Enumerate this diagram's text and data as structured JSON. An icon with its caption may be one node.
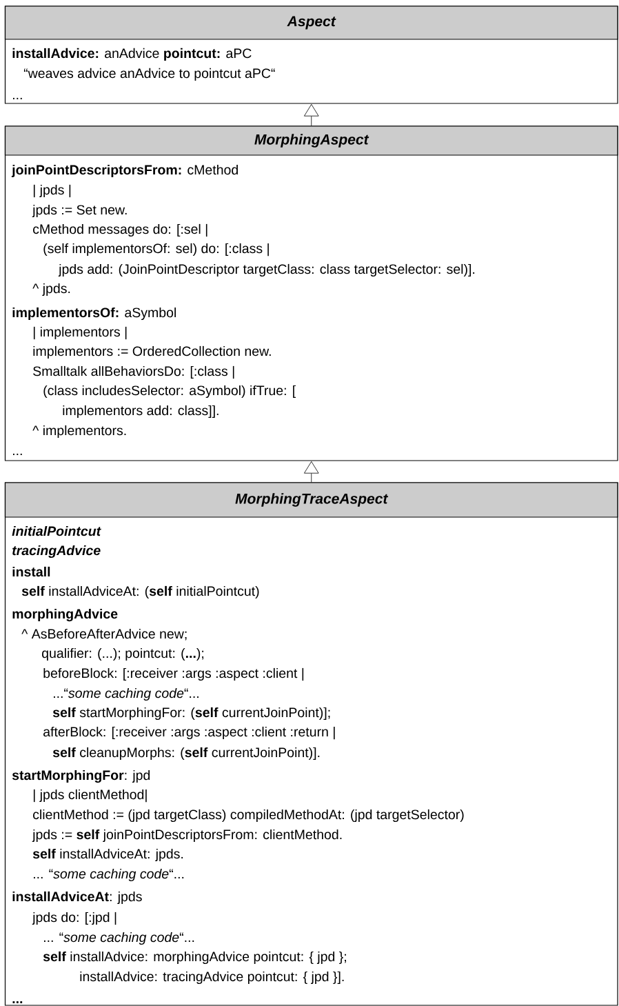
{
  "diagram": {
    "nodes": [
      {
        "text": [
          "Aspect",
          "**installAdvice:** anAdvice **pointcut:** aPC",
          "“weaves advice anAdvice to pointcut aPC“",
          "..."
        ]
      },
      {
        "text": [
          "MorphingAspect",
          "**joinPointDescriptorsFrom:** cMethod",
          "| jpds |",
          "jpds := Set new.",
          "cMethod messages do: [:sel |",
          "(self implementorsOf: sel) do: [:class |",
          "jpds add: (JoinPointDescriptor targetClass: class targetSelector: sel)].",
          "^ jpds.",
          "**implementorsOf:** aSymbol",
          "| implementors  |",
          "implementors := OrderedCollection new.",
          "Smalltalk allBehaviorsDo: [:class |",
          "(class includesSelector: aSymbol) ifTrue: [",
          "implementors add: class]].",
          "^ implementors.",
          "..."
        ]
      },
      {
        "text": [
          "MorphingTraceAspect",
          "initialPointcut",
          "tracingAdvice",
          "install",
          "**self** installAdviceAt: (**self** initialPointcut)",
          "morphingAdvice",
          "^ AsBeforeAfterAdvice new;",
          "qualifier: (...); pointcut: (**...**);",
          "beforeBlock: [:receiver :args :aspect :client |",
          "...“*some caching code*“...",
          "**self** startMorphingFor: (**self** currentJoinPoint)];",
          "afterBlock: [:receiver :args :aspect :client :return |",
          "**self** cleanupMorphs: (**self** currentJoinPoint)].",
          "**startMorphingFor**: jpd",
          "| jpds clientMethod|",
          "clientMethod := (jpd targetClass)  compiledMethodAt: (jpd targetSelector)",
          "jpds := **self** joinPointDescriptorsFrom: clientMethod.",
          "**self** installAdviceAt: jpds.",
          "... “*some caching code*“...",
          "**installAdviceAt**: jpds",
          "jpds do: [:jpd |",
          "... “*some caching code*“...",
          "**self** installAdvice: morphingAdvice pointcut: { jpd };",
          "installAdvice: tracingAdvice pointcut: { jpd }].",
          "..."
        ]
      }
    ],
    "edges": [
      {
        "from": 1,
        "to": 0,
        "arrow": "to"
      },
      {
        "from": 2,
        "to": 1,
        "arrow": "to"
      }
    ]
  }
}
